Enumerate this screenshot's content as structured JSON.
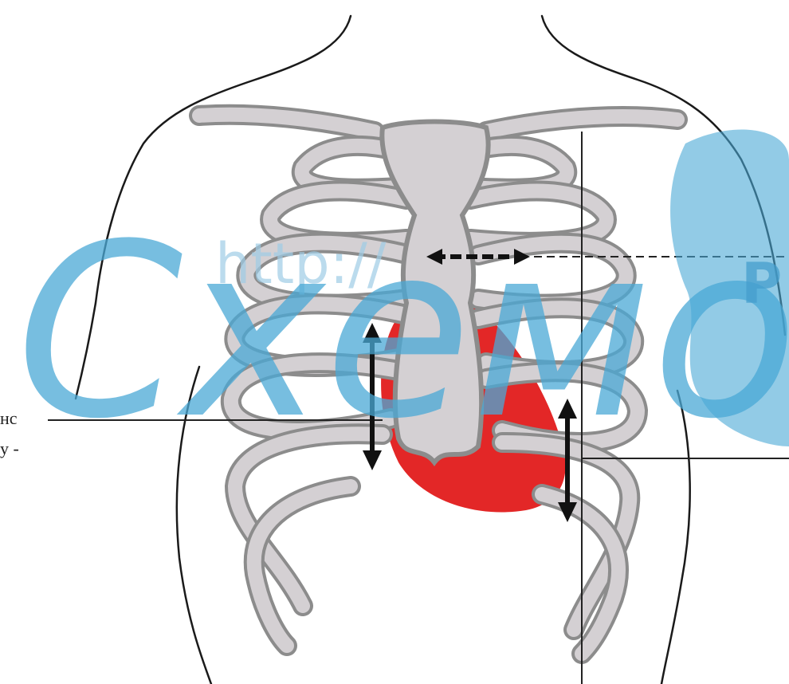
{
  "labels": {
    "left_line1": "нс",
    "left_line2": "у -"
  },
  "watermark": {
    "logo_text": "Схемо",
    "url_fragment": "http://",
    "right_letter": "Р",
    "color": "#4aa9d6"
  },
  "colors": {
    "rib": "#8c8c8c",
    "bone_fill": "#d4d0d3",
    "heart": "#e21b1b",
    "outline": "#1a1a1a"
  }
}
